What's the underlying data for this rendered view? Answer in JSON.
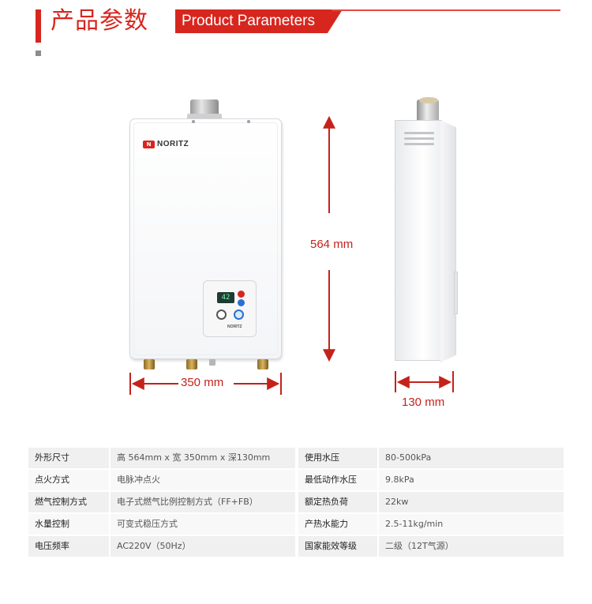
{
  "header": {
    "title_cn": "产品参数",
    "title_en": "Product Parameters"
  },
  "product": {
    "brand": "NORITZ",
    "brand_mark": "N",
    "display_reading": "42"
  },
  "dimensions": {
    "height": "564 mm",
    "width": "350 mm",
    "depth": "130 mm"
  },
  "colors": {
    "accent": "#d7261e",
    "table_bg": "#f0f0f0"
  },
  "specs": {
    "left": [
      {
        "label": "外形尺寸",
        "value": "高 564mm x 宽 350mm x 深130mm"
      },
      {
        "label": "点火方式",
        "value": "电脉冲点火"
      },
      {
        "label": "燃气控制方式",
        "value": "电子式燃气比例控制方式（FF+FB）"
      },
      {
        "label": "水量控制",
        "value": "可变式稳压方式"
      },
      {
        "label": "电压频率",
        "value": "AC220V（50Hz）"
      }
    ],
    "right": [
      {
        "label": "使用水压",
        "value": "80-500kPa"
      },
      {
        "label": "最低动作水压",
        "value": "9.8kPa"
      },
      {
        "label": "额定热负荷",
        "value": "22kw"
      },
      {
        "label": "产热水能力",
        "value": "2.5-11kg/min"
      },
      {
        "label": "国家能效等级",
        "value": "二级（12T气源）"
      }
    ]
  }
}
